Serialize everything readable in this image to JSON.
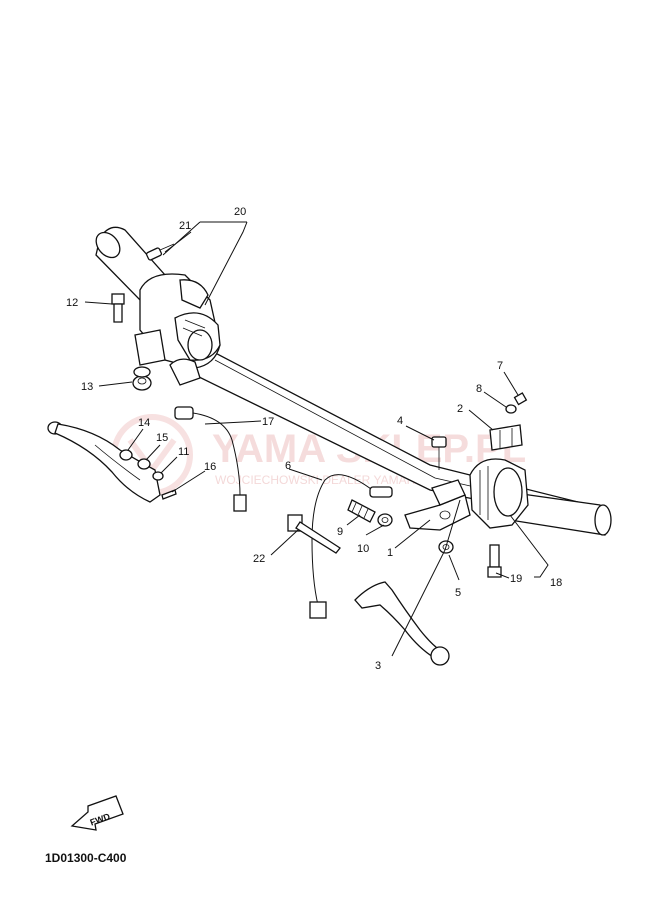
{
  "diagram": {
    "drawing_code": "1D01300-C400",
    "direction_arrow": "FWD",
    "watermark": {
      "main": "YAMA SKLEP.PL",
      "sub": "WOJCIECHOWSKI DEALER YAMAHA"
    },
    "callouts": [
      {
        "id": "c1",
        "label": "1"
      },
      {
        "id": "c2",
        "label": "2"
      },
      {
        "id": "c3",
        "label": "3"
      },
      {
        "id": "c4",
        "label": "4"
      },
      {
        "id": "c5",
        "label": "5"
      },
      {
        "id": "c6",
        "label": "6"
      },
      {
        "id": "c7",
        "label": "7"
      },
      {
        "id": "c8",
        "label": "8"
      },
      {
        "id": "c9",
        "label": "9"
      },
      {
        "id": "c10",
        "label": "10"
      },
      {
        "id": "c11",
        "label": "11"
      },
      {
        "id": "c12",
        "label": "12"
      },
      {
        "id": "c13",
        "label": "13"
      },
      {
        "id": "c14",
        "label": "14"
      },
      {
        "id": "c15",
        "label": "15"
      },
      {
        "id": "c16",
        "label": "16"
      },
      {
        "id": "c17",
        "label": "17"
      },
      {
        "id": "c18",
        "label": "18"
      },
      {
        "id": "c19",
        "label": "19"
      },
      {
        "id": "c20",
        "label": "20"
      },
      {
        "id": "c21",
        "label": "21"
      },
      {
        "id": "c22",
        "label": "22"
      }
    ]
  }
}
